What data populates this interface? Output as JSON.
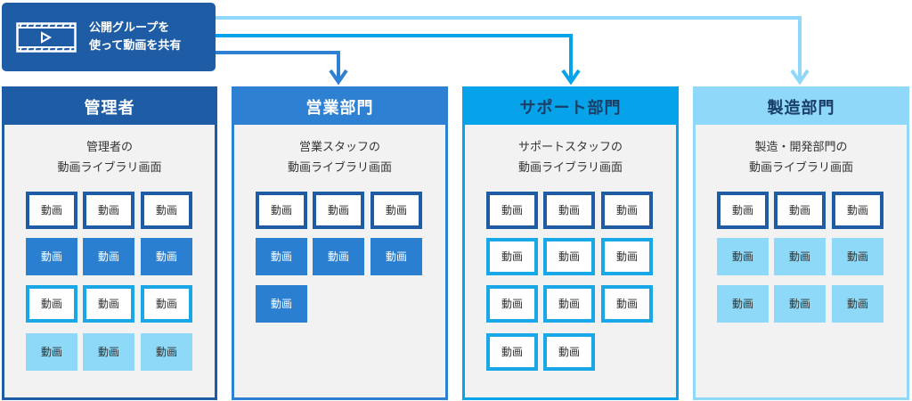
{
  "source": {
    "line1": "公開グループを",
    "line2": "使って動画を共有"
  },
  "colors": {
    "navy": "#1e5da6",
    "mid_blue": "#2e80d2",
    "cyan": "#07a3ea",
    "light_blue": "#90d8fa"
  },
  "tile_label": "動画",
  "panels": [
    {
      "title": "管理者",
      "sub1": "管理者の",
      "sub2": "動画ライブラリ画面",
      "rows": [
        [
          "b1",
          "b1",
          "b1"
        ],
        [
          "s1",
          "s1",
          "s1"
        ],
        [
          "b2",
          "b2",
          "b2"
        ],
        [
          "s2",
          "s2",
          "s2"
        ]
      ]
    },
    {
      "title": "営業部門",
      "sub1": "営業スタッフの",
      "sub2": "動画ライブラリ画面",
      "rows": [
        [
          "b1",
          "b1",
          "b1"
        ],
        [
          "s1",
          "s1",
          "s1"
        ],
        [
          "s1"
        ]
      ]
    },
    {
      "title": "サポート部門",
      "sub1": "サポートスタッフの",
      "sub2": "動画ライブラリ画面",
      "rows": [
        [
          "b1",
          "b1",
          "b1"
        ],
        [
          "b2",
          "b2",
          "b2"
        ],
        [
          "b2",
          "b2",
          "b2"
        ],
        [
          "b2",
          "b2"
        ]
      ]
    },
    {
      "title": "製造部門",
      "sub1": "製造・開発部門の",
      "sub2": "動画ライブラリ画面",
      "rows": [
        [
          "b1",
          "b1",
          "b1"
        ],
        [
          "s2",
          "s2",
          "s2"
        ],
        [
          "s2",
          "s2",
          "s2"
        ]
      ]
    }
  ]
}
